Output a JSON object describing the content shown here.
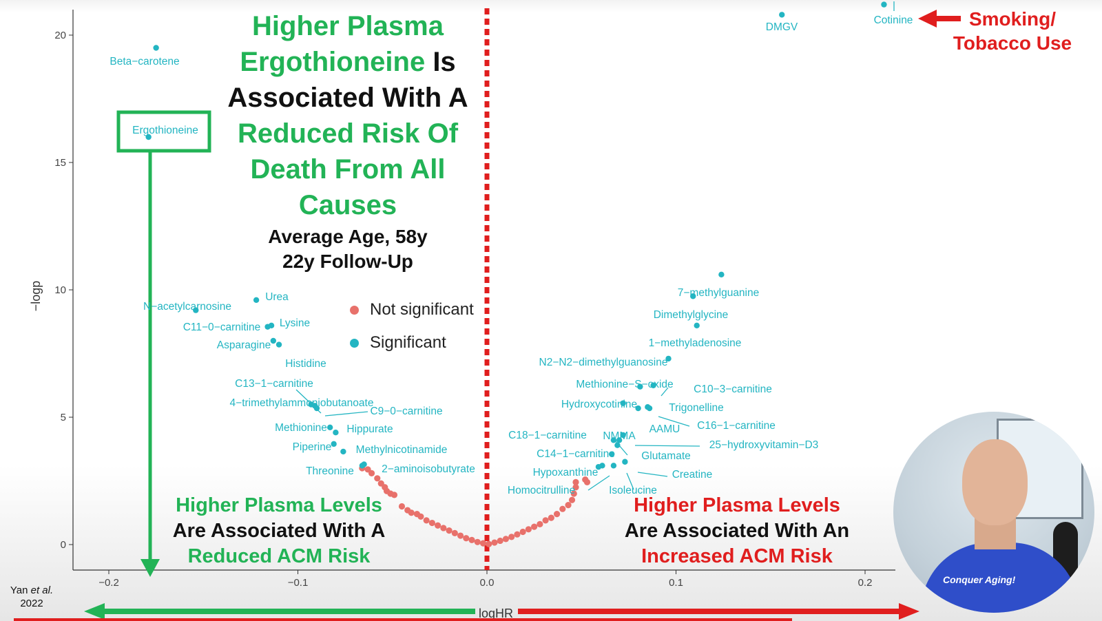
{
  "chart_data": {
    "type": "scatter",
    "xlabel": "logHR",
    "ylabel": "−logp",
    "xlim": [
      -0.22,
      0.22
    ],
    "ylim": [
      -1,
      21
    ],
    "x_ticks": [
      -0.2,
      -0.1,
      0.0,
      0.1,
      0.2
    ],
    "x_tick_labels": [
      "−0.2",
      "−0.1",
      "0.0",
      "0.1",
      "0.2"
    ],
    "y_ticks": [
      0,
      5,
      10,
      15,
      20
    ],
    "y_tick_labels": [
      "0",
      "5",
      "10",
      "15",
      "20"
    ],
    "legend": [
      "Not significant",
      "Significant"
    ],
    "legend_placement": "center",
    "colors": {
      "not_significant": "#e8716b",
      "significant": "#23b5c2",
      "annotation_green": "#22b356",
      "annotation_red": "#e01e1e"
    },
    "reference_line_x": 0.0,
    "labeled_points": [
      {
        "label": "Beta−carotene",
        "x": -0.175,
        "y": 19.5
      },
      {
        "label": "Ergothioneine",
        "x": -0.179,
        "y": 16.0
      },
      {
        "label": "Urea",
        "x": -0.122,
        "y": 9.6
      },
      {
        "label": "N−acetylcarnosine",
        "x": -0.154,
        "y": 9.2
      },
      {
        "label": "Lysine",
        "x": -0.114,
        "y": 8.6
      },
      {
        "label": "C11−0−carnitine",
        "x": -0.116,
        "y": 8.55
      },
      {
        "label": "Asparagine",
        "x": -0.113,
        "y": 8.0
      },
      {
        "label": "Histidine",
        "x": -0.11,
        "y": 7.85
      },
      {
        "label": "C13−1−carnitine",
        "x": -0.093,
        "y": 5.5
      },
      {
        "label": "4−trimethylammoniobutanoate",
        "x": -0.091,
        "y": 5.45
      },
      {
        "label": "C9−0−carnitine",
        "x": -0.09,
        "y": 5.35
      },
      {
        "label": "Methionine",
        "x": -0.083,
        "y": 4.6
      },
      {
        "label": "Hippurate",
        "x": -0.08,
        "y": 4.4
      },
      {
        "label": "Piperine",
        "x": -0.081,
        "y": 3.95
      },
      {
        "label": "Methylnicotinamide",
        "x": -0.076,
        "y": 3.65
      },
      {
        "label": "Threonine",
        "x": -0.065,
        "y": 3.15
      },
      {
        "label": "2−aminoisobutyrate",
        "x": -0.066,
        "y": 3.1
      },
      {
        "label": "7−methylguanine",
        "x": 0.124,
        "y": 10.6
      },
      {
        "label": "Dimethylglycine",
        "x": 0.109,
        "y": 9.75
      },
      {
        "label": "1−methyladenosine",
        "x": 0.111,
        "y": 8.6
      },
      {
        "label": "N2−N2−dimethylguanosine",
        "x": 0.096,
        "y": 7.3
      },
      {
        "label": "Methionine−S−oxide",
        "x": 0.081,
        "y": 6.2
      },
      {
        "label": "C10−3−carnitine",
        "x": 0.088,
        "y": 6.25
      },
      {
        "label": "Hydroxycotinine",
        "x": 0.072,
        "y": 5.55
      },
      {
        "label": "Trigonelline",
        "x": 0.08,
        "y": 5.35
      },
      {
        "label": "AAMU",
        "x": 0.085,
        "y": 5.4
      },
      {
        "label": "C16−1−carnitine",
        "x": 0.086,
        "y": 5.35
      },
      {
        "label": "C18−1−carnitine",
        "x": 0.067,
        "y": 4.1
      },
      {
        "label": "NMMA",
        "x": 0.07,
        "y": 4.1
      },
      {
        "label": "25−hydroxyvitamin−D3",
        "x": 0.072,
        "y": 4.3
      },
      {
        "label": "Glutamate",
        "x": 0.069,
        "y": 3.9
      },
      {
        "label": "C14−1−carnitine",
        "x": 0.066,
        "y": 3.55
      },
      {
        "label": "Creatine",
        "x": 0.073,
        "y": 3.25
      },
      {
        "label": "Hypoxanthine",
        "x": 0.061,
        "y": 3.1
      },
      {
        "label": "Homocitrulline",
        "x": 0.059,
        "y": 3.05
      },
      {
        "label": "Isoleucine",
        "x": 0.067,
        "y": 3.1
      },
      {
        "label": "DMGV",
        "x": 0.156,
        "y": 20.8
      },
      {
        "label": "Cotinine",
        "x": 0.21,
        "y": 21.2
      }
    ],
    "nonsig_points": [
      [
        -0.066,
        3.0
      ],
      [
        -0.063,
        2.95
      ],
      [
        -0.061,
        2.8
      ],
      [
        -0.058,
        2.6
      ],
      [
        -0.056,
        2.4
      ],
      [
        -0.054,
        2.25
      ],
      [
        -0.053,
        2.1
      ],
      [
        -0.051,
        2.0
      ],
      [
        -0.049,
        1.95
      ],
      [
        -0.045,
        1.5
      ],
      [
        -0.042,
        1.35
      ],
      [
        -0.04,
        1.25
      ],
      [
        -0.037,
        1.2
      ],
      [
        -0.035,
        1.1
      ],
      [
        -0.032,
        0.95
      ],
      [
        -0.029,
        0.85
      ],
      [
        -0.026,
        0.75
      ],
      [
        -0.023,
        0.65
      ],
      [
        -0.02,
        0.55
      ],
      [
        -0.017,
        0.45
      ],
      [
        -0.014,
        0.35
      ],
      [
        -0.011,
        0.25
      ],
      [
        -0.008,
        0.18
      ],
      [
        -0.005,
        0.1
      ],
      [
        -0.002,
        0.05
      ],
      [
        0.001,
        0.02
      ],
      [
        0.004,
        0.08
      ],
      [
        0.007,
        0.15
      ],
      [
        0.01,
        0.22
      ],
      [
        0.013,
        0.3
      ],
      [
        0.016,
        0.4
      ],
      [
        0.019,
        0.5
      ],
      [
        0.022,
        0.6
      ],
      [
        0.025,
        0.7
      ],
      [
        0.028,
        0.8
      ],
      [
        0.031,
        0.95
      ],
      [
        0.034,
        1.05
      ],
      [
        0.037,
        1.2
      ],
      [
        0.04,
        1.4
      ],
      [
        0.043,
        1.55
      ],
      [
        0.045,
        1.75
      ],
      [
        0.046,
        2.0
      ],
      [
        0.047,
        2.25
      ],
      [
        0.047,
        2.45
      ],
      [
        0.052,
        2.55
      ],
      [
        0.053,
        2.45
      ]
    ]
  },
  "title_lines": [
    [
      {
        "text": "Higher Plasma",
        "color": "g"
      }
    ],
    [
      {
        "text": "Ergothioneine",
        "color": "g"
      },
      {
        "text": " Is",
        "color": "k"
      }
    ],
    [
      {
        "text": "Associated With A",
        "color": "k"
      }
    ],
    [
      {
        "text": "Reduced Risk Of",
        "color": "g"
      }
    ],
    [
      {
        "text": "Death From All",
        "color": "g"
      }
    ],
    [
      {
        "text": "Causes",
        "color": "g"
      }
    ]
  ],
  "subtitle": {
    "line1": "Average Age, 58y",
    "line2": "22y Follow-Up"
  },
  "left_note": {
    "line1": "Higher Plasma Levels",
    "line2": "Are Associated With A",
    "line3": "Reduced ACM Risk"
  },
  "right_note": {
    "line1": "Higher Plasma Levels",
    "line2": "Are Associated With An",
    "line3": "Increased ACM Risk"
  },
  "smoking_note": {
    "line1": "Smoking/",
    "line2": "Tobacco Use"
  },
  "citation": {
    "author": "Yan",
    "etal": "et al.",
    "year": "2022"
  },
  "webcam": {
    "shirt_text": "Conquer Aging!"
  }
}
